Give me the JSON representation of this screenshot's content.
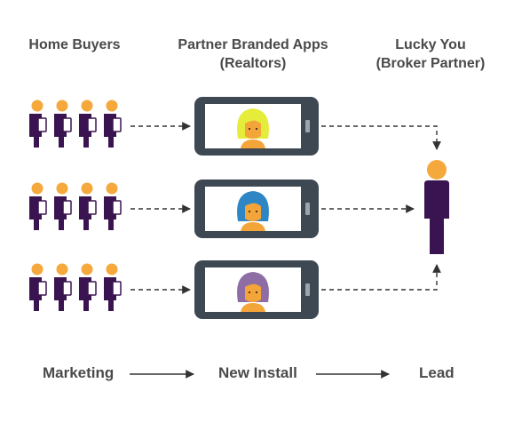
{
  "headers": {
    "buyers": "Home Buyers",
    "apps_line1": "Partner Branded Apps",
    "apps_line2": "(Realtors)",
    "broker_line1": "Lucky You",
    "broker_line2": "(Broker Partner)"
  },
  "footer": {
    "step1": "Marketing",
    "step2": "New Install",
    "step3": "Lead"
  },
  "colors": {
    "text": "#4a4a4a",
    "person_body": "#3a1450",
    "person_head": "#f5a83c",
    "phone_frame": "#3d4853",
    "phone_screen": "#ffffff",
    "phone_button": "#9aa6ad",
    "arrow": "#333333",
    "hair_row1": "#e6ec3a",
    "hair_row2": "#2f86c4",
    "hair_row3": "#8e6da4",
    "face": "#f4a53a"
  },
  "rows": [
    {
      "buyers": 4,
      "hair": "hair_row1"
    },
    {
      "buyers": 4,
      "hair": "hair_row2"
    },
    {
      "buyers": 4,
      "hair": "hair_row3"
    }
  ]
}
